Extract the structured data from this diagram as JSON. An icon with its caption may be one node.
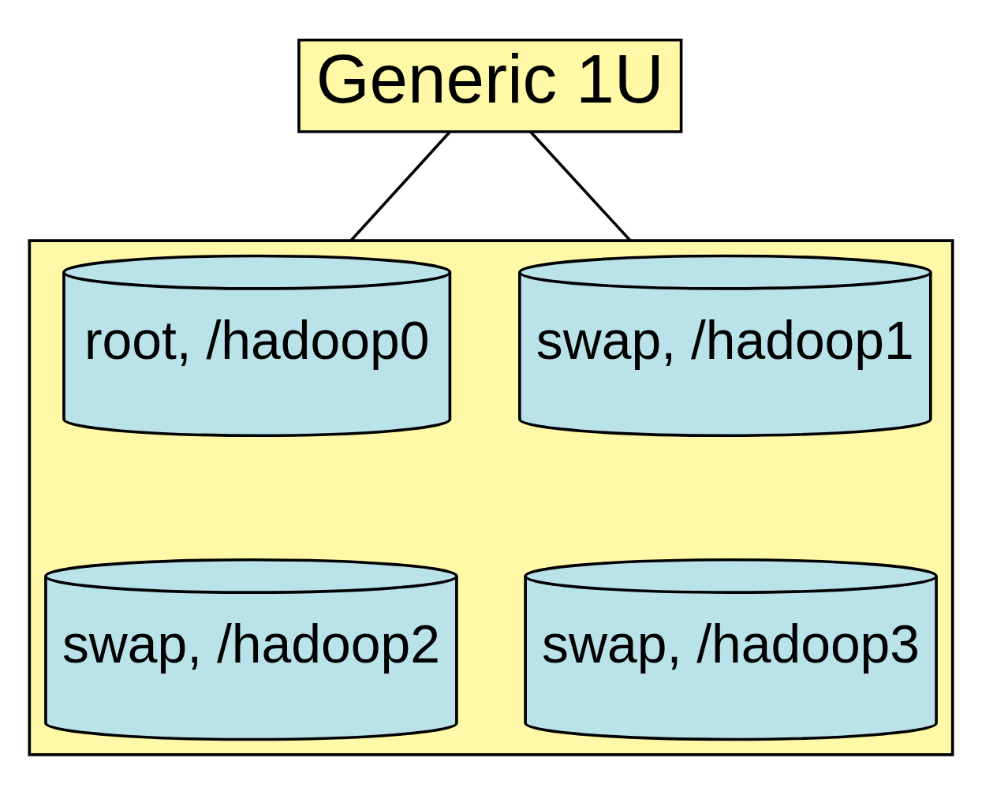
{
  "diagram": {
    "nodes": [
      {
        "text": [
          "Generic 1U"
        ]
      },
      {
        "text": [],
        "shape": "box"
      },
      {
        "text": [
          "root, /hadoop0"
        ],
        "in": 1
      },
      {
        "text": [
          "swap, /hadoop1"
        ],
        "in": 1
      },
      {
        "text": [
          "swap, /hadoop2"
        ],
        "in": 1
      },
      {
        "text": [
          "swap, /hadoop3"
        ],
        "in": 1
      }
    ],
    "edges": [
      {
        "from": 0,
        "to": 1,
        "arrow": "none"
      },
      {
        "from": 0,
        "to": 1,
        "arrow": "none"
      }
    ]
  }
}
